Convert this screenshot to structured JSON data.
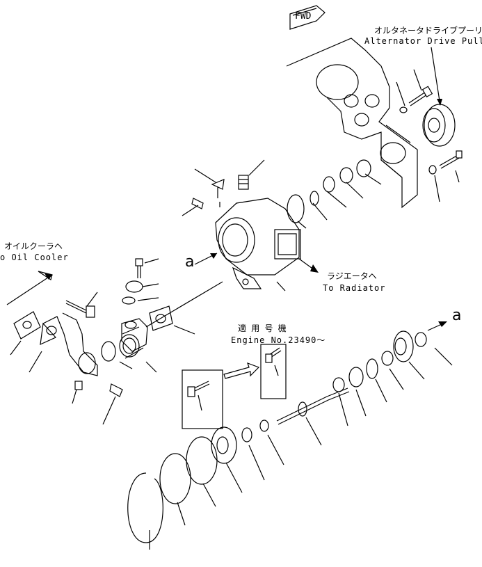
{
  "labels": {
    "fwd": "FWD",
    "alternator_jp": "オルタネータドライブプーリ",
    "alternator_en": "Alternator Drive Pulle",
    "oil_cooler_jp": "オイルクーラヘ",
    "oil_cooler_en": "o Oil Cooler",
    "radiator_jp": "ラジエータヘ",
    "radiator_en": "To Radiator",
    "engine_jp": "適 用 号 機",
    "engine_en": "Engine No.23490〜",
    "ref_a_left": "a",
    "ref_a_right": "a"
  },
  "colors": {
    "line": "#000000",
    "background": "#ffffff"
  }
}
